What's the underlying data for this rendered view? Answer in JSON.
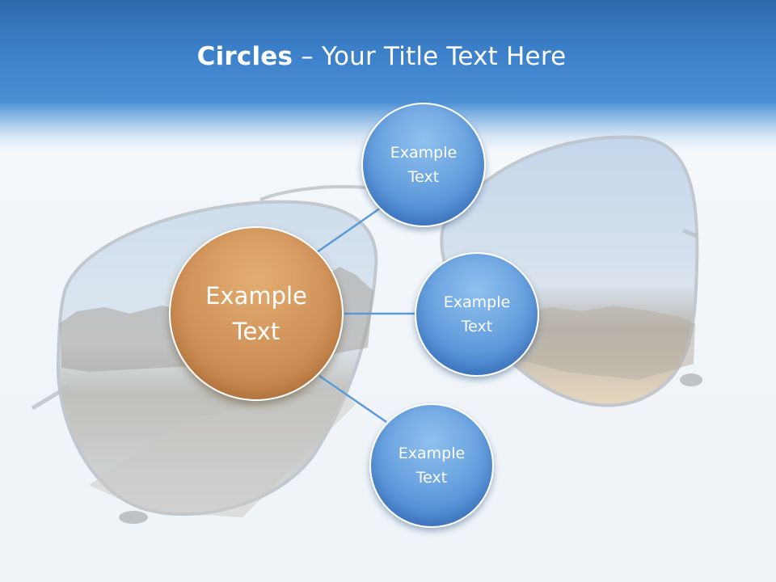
{
  "slide": {
    "title_bold": "Circles",
    "title_rest": " – Your Title Text Here"
  },
  "diagram": {
    "center": {
      "text": "Example\nText"
    },
    "nodes": [
      {
        "text": "Example\nText"
      },
      {
        "text": "Example\nText"
      },
      {
        "text": "Example\nText"
      }
    ]
  },
  "colors": {
    "header_blue": "#3b7fc8",
    "node_blue": "#6aa3e0",
    "center_orange": "#d1935a",
    "connector": "#5b9ad8"
  }
}
